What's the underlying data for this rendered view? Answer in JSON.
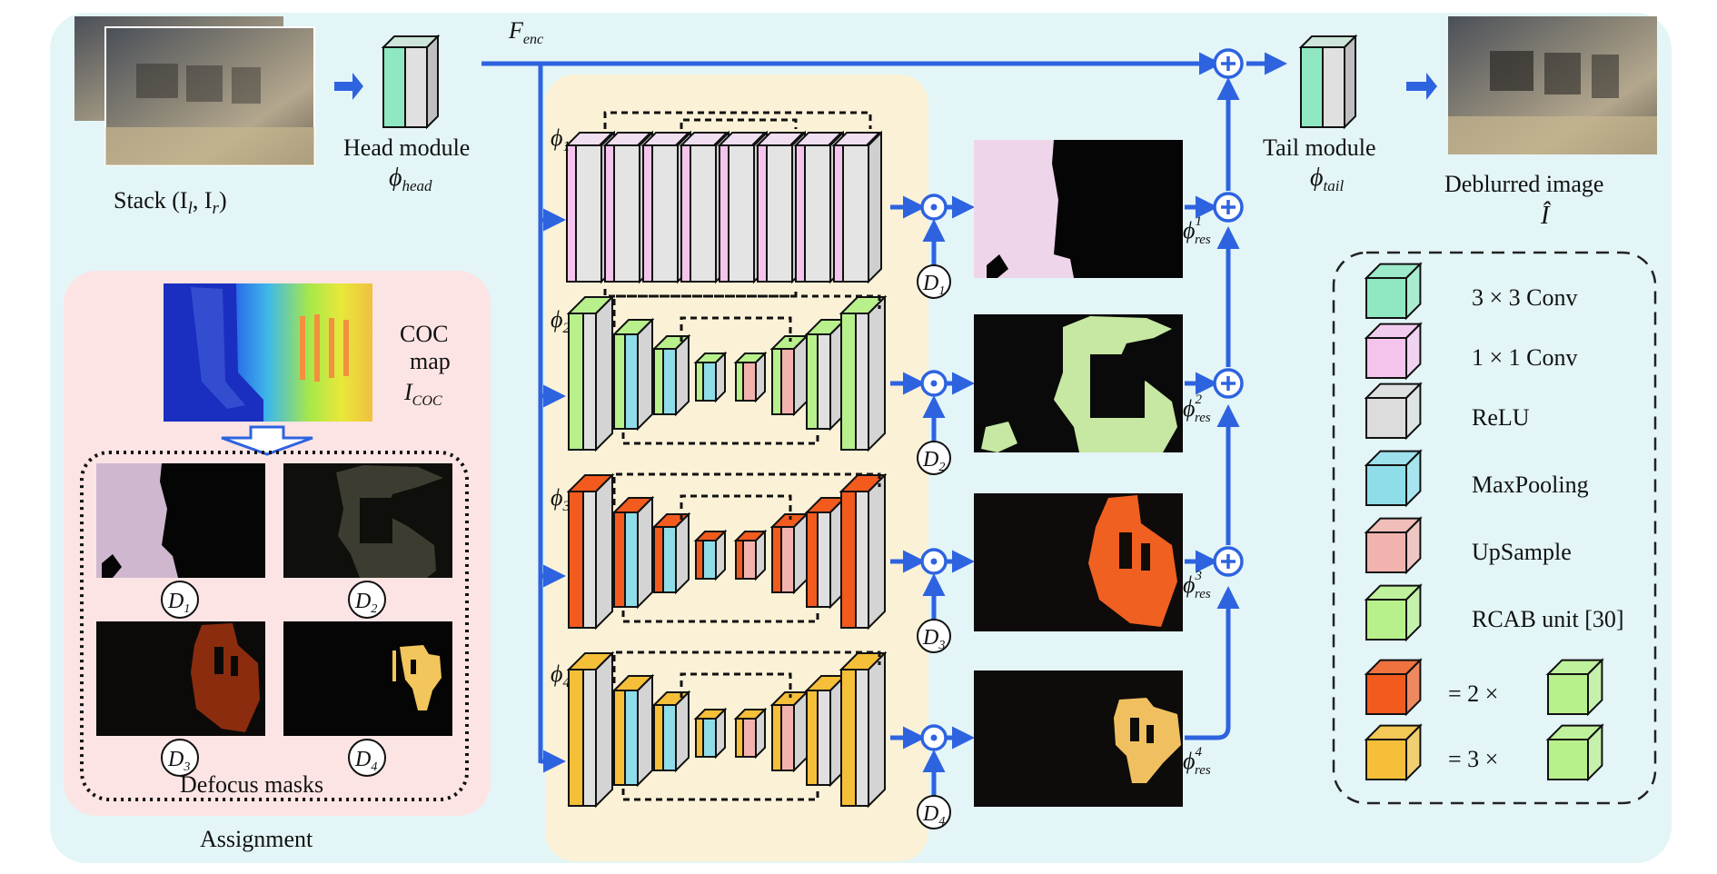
{
  "input": {
    "label": "Stack (I",
    "sub_l": "l",
    "sep": ", I",
    "sub_r": "r",
    "close": ")"
  },
  "head": {
    "line1": "Head module",
    "phi": "ϕ",
    "sub": "head"
  },
  "fenc": {
    "F": "F",
    "sub": "enc"
  },
  "tail": {
    "line1": "Tail module",
    "phi": "ϕ",
    "sub": "tail"
  },
  "output": {
    "line1": "Deblurred image",
    "hat": "Î"
  },
  "branches": [
    {
      "phi": "ϕ",
      "idx": "1",
      "mask": "D",
      "res_sup": "1",
      "res_sub": "res"
    },
    {
      "phi": "ϕ",
      "idx": "2",
      "mask": "D",
      "res_sup": "2",
      "res_sub": "res"
    },
    {
      "phi": "ϕ",
      "idx": "3",
      "mask": "D",
      "res_sup": "3",
      "res_sub": "res"
    },
    {
      "phi": "ϕ",
      "idx": "4",
      "mask": "D",
      "res_sup": "4",
      "res_sub": "res"
    }
  ],
  "assignment": {
    "coc_line1": "COC",
    "coc_line2": "map",
    "coc_I": "I",
    "coc_sub": "COC",
    "masks_title": "Defocus masks",
    "title": "Assignment",
    "mask_labels": [
      "D",
      "D",
      "D",
      "D"
    ],
    "mask_idx": [
      "1",
      "2",
      "3",
      "4"
    ]
  },
  "legend": {
    "items": [
      {
        "label": "3 × 3 Conv",
        "color": "#8fe8c2",
        "icon": "teal-cube-icon"
      },
      {
        "label": "1 × 1 Conv",
        "color": "#f4c4ec",
        "icon": "pink-cube-icon"
      },
      {
        "label": "ReLU",
        "color": "#dcdcdc",
        "icon": "gray-cube-icon"
      },
      {
        "label": "MaxPooling",
        "color": "#8fdde9",
        "icon": "cyan-cube-icon"
      },
      {
        "label": "UpSample",
        "color": "#f2b3ae",
        "icon": "salmon-cube-icon"
      },
      {
        "label": "RCAB unit [30]",
        "color": "#b8f08c",
        "icon": "green-cube-icon"
      },
      {
        "label": "= 2 ×",
        "color": "#f25a1e",
        "icon": "red-cube-icon"
      },
      {
        "label": "= 3 ×",
        "color": "#f5bf3a",
        "icon": "yellow-cube-icon"
      }
    ]
  },
  "colors": {
    "bg_panel": "#e3f5f7",
    "branch_panel": "#fbf1d6",
    "assign_panel": "#fde4e4",
    "arrow": "#2e63e0",
    "teal": "#8fe8c2",
    "pink": "#f4c4ec",
    "gray": "#e0e0e0",
    "cyan": "#8fdde9",
    "salmon": "#f2b3ae",
    "green": "#b8f08c",
    "red": "#f25a1e",
    "yellow": "#f5bf3a"
  }
}
